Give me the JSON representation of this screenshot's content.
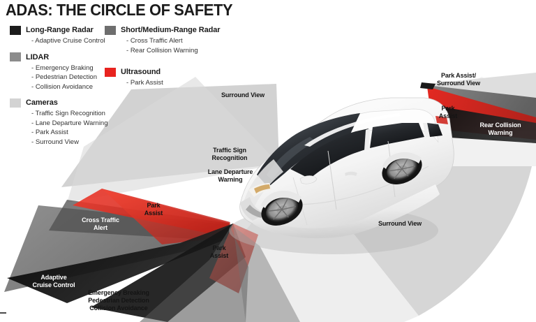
{
  "title": "ADAS: THE CIRCLE OF SAFETY",
  "colors": {
    "long_range_radar": "#1c1c1c",
    "short_medium_range_radar": "#6e6e6e",
    "lidar": "#8c8c8c",
    "cameras": "#d3d3d3",
    "ultrasound": "#e8231f",
    "background": "#ffffff",
    "text": "#1b1b1b",
    "arc_gray": "#d6d6d6",
    "car_body": "#f2f2f2"
  },
  "legend": {
    "columns": [
      {
        "name": "left",
        "groups": [
          {
            "label": "Long-Range Radar",
            "swatch": "#1c1c1c",
            "items": [
              "Adaptive Cruise Control"
            ]
          },
          {
            "label": "LIDAR",
            "swatch": "#8c8c8c",
            "items": [
              "Emergency Braking",
              "Pedestrian Detection",
              "Collision Avoidance"
            ]
          },
          {
            "label": "Cameras",
            "swatch": "#d3d3d3",
            "items": [
              "Traffic Sign Recognition",
              "Lane Departure Warning",
              "Park Assist",
              "Surround View"
            ]
          }
        ]
      },
      {
        "name": "right",
        "groups": [
          {
            "label": "Short/Medium-Range Radar",
            "swatch": "#6e6e6e",
            "items": [
              "Cross Traffic Alert",
              "Rear Collision Warning"
            ]
          },
          {
            "label": "Ultrasound",
            "swatch": "#e8231f",
            "items": [
              "Park Assist"
            ]
          }
        ]
      }
    ]
  },
  "scene_labels": {
    "surround_view_top": "Surround View",
    "surround_view_bottom": "Surround View",
    "park_assist_surround_view_rear": "Park Assist/\nSurround View",
    "park_assist_rear": "Park\nAssist",
    "rear_collision_warning": "Rear Collision\nWarning",
    "traffic_sign_recognition": "Traffic Sign\nRecognition",
    "lane_departure_warning": "Lane Departure\nWarning",
    "park_assist_front_upper": "Park\nAssist",
    "park_assist_front_lower": "Park\nAssist",
    "cross_traffic_alert": "Cross Traffic\nAlert",
    "adaptive_cruise_control": "Adaptive\nCruise Control",
    "front_stack": "Emergency Breaking\nPedestrian Detection\nCollision Avoidance"
  },
  "vehicle": {
    "description": "white sedan, front three-quarter view facing lower-left"
  }
}
